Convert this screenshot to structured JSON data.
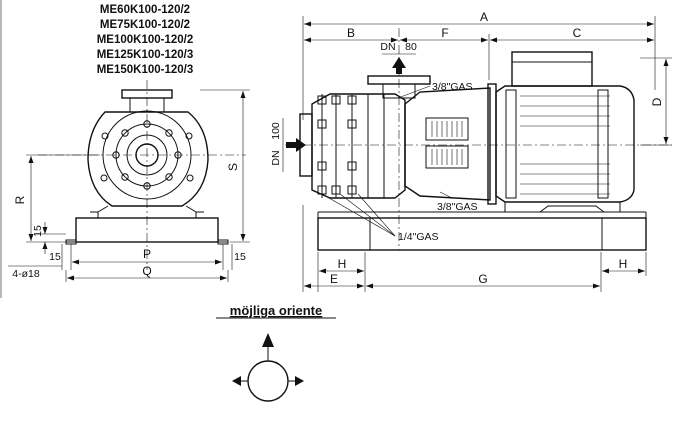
{
  "models": [
    "ME60K100-120/2",
    "ME75K100-120/2",
    "ME100K100-120/2",
    "ME125K100-120/3",
    "ME150K100-120/3"
  ],
  "front_view": {
    "labels": {
      "s": "S",
      "r": "R",
      "p": "P",
      "q": "Q",
      "left_15": "15",
      "right_15": "15",
      "vert_15": "15",
      "holes": "4-ø18"
    }
  },
  "side_view": {
    "labels": {
      "a": "A",
      "b": "B",
      "c": "C",
      "d": "D",
      "e": "E",
      "f": "F",
      "g": "G",
      "h_left": "H",
      "h_right": "H",
      "dn_top": "DN",
      "dn_top_value": "80",
      "dn_side": "DN",
      "dn_side_value": "100",
      "gas_top": "3/8\"GAS",
      "gas_bottom": "3/8\"GAS",
      "gas_quarter": "1/4\"GAS"
    }
  },
  "orientation": {
    "caption": "möjliga oriente"
  }
}
